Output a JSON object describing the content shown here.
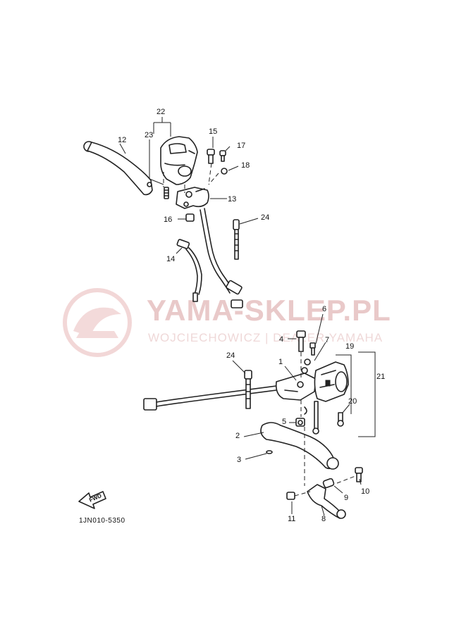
{
  "watermark": {
    "title": "YAMA-SKLEP.PL",
    "subtitle": "WOJCIECHOWICZ | DEALER YAMAHA",
    "color": "#e8c4c4"
  },
  "diagram_code": "1JN010-5350",
  "direction_marker": "FWD",
  "callouts": {
    "c1": "1",
    "c2": "2",
    "c3": "3",
    "c4": "4",
    "c5": "5",
    "c6": "6",
    "c7": "7",
    "c8": "8",
    "c9": "9",
    "c10": "10",
    "c11": "11",
    "c12": "12",
    "c13": "13",
    "c14": "14",
    "c15": "15",
    "c16": "16",
    "c17": "17",
    "c18": "18",
    "c19": "19",
    "c20": "20",
    "c21": "21",
    "c22": "22",
    "c23": "23",
    "c24a": "24",
    "c24b": "24"
  }
}
